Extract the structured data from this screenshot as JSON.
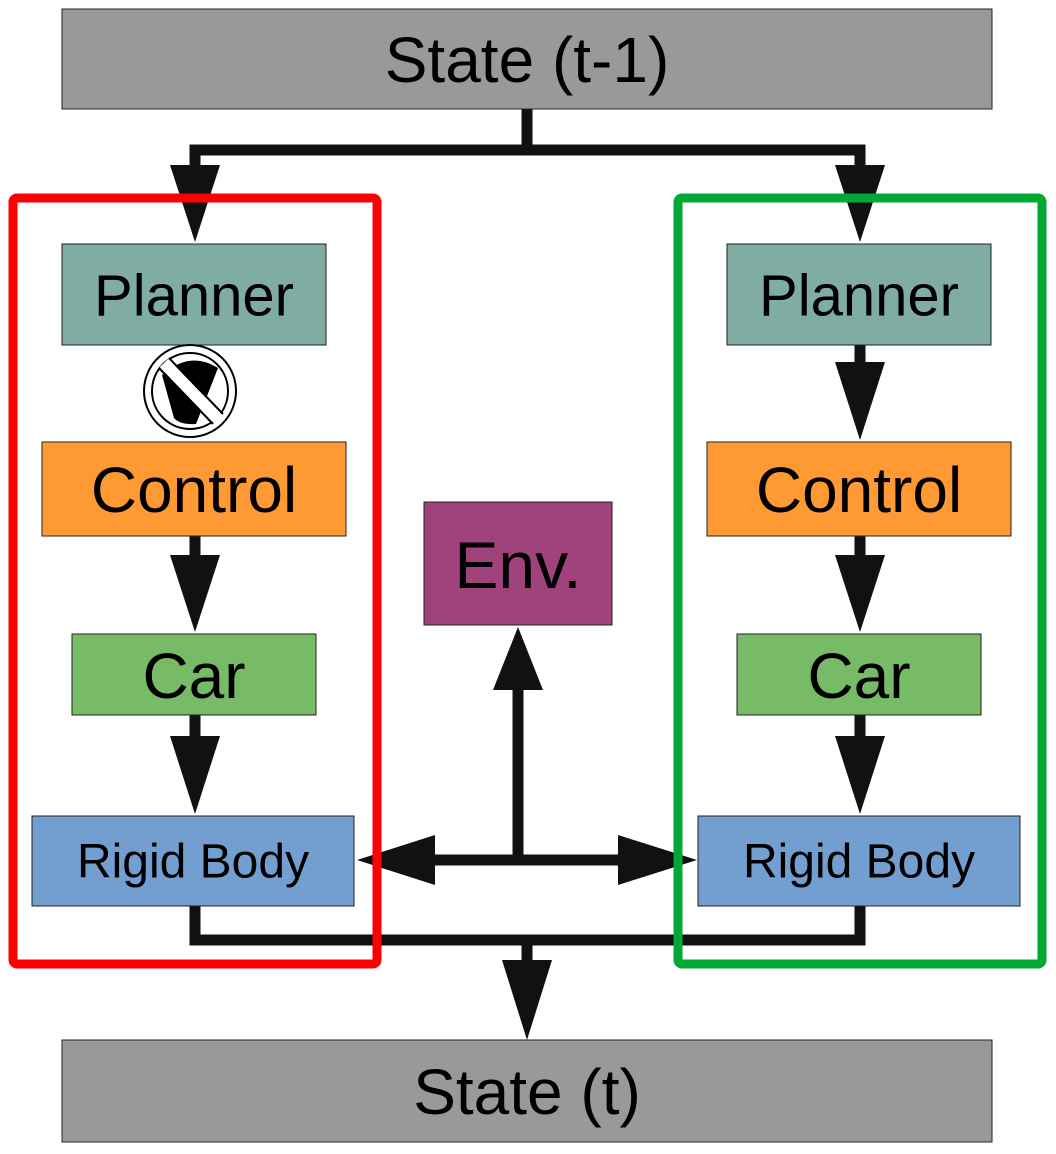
{
  "colors": {
    "state": "#999999",
    "planner": "#80ada3",
    "control": "#ff9933",
    "car": "#77bb66",
    "rigid_body": "#729fcf",
    "env": "#a0437d",
    "left_group": "#ff0000",
    "right_group": "#00a933",
    "arrow": "#111111"
  },
  "state_top": {
    "label": "State (t-1)"
  },
  "state_bottom": {
    "label": "State (t)"
  },
  "env": {
    "label": "Env."
  },
  "left": {
    "planner": "Planner",
    "control": "Control",
    "car": "Car",
    "rigid_body": "Rigid Body",
    "blocked_icon": "no-entry-icon"
  },
  "right": {
    "planner": "Planner",
    "control": "Control",
    "car": "Car",
    "rigid_body": "Rigid Body"
  }
}
